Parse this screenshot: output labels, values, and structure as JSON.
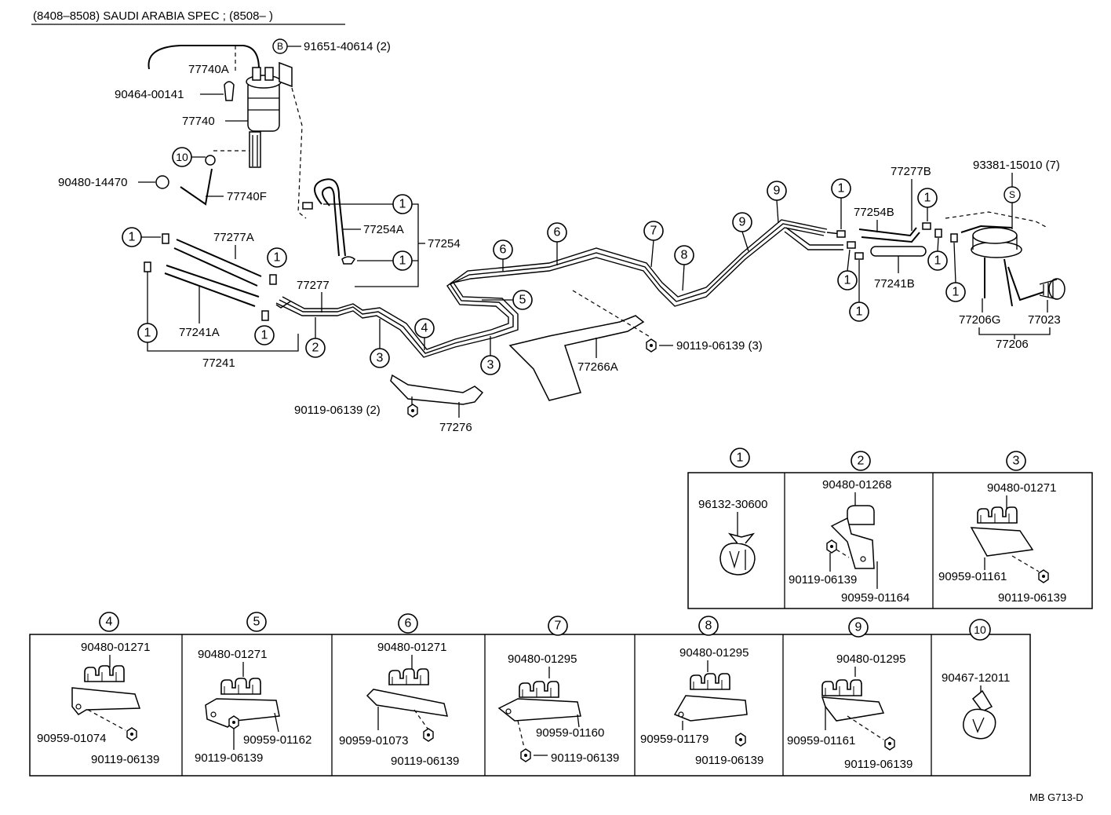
{
  "header": {
    "title": "(8408–8508) SAUDI ARABIA SPEC ; (8508–        )"
  },
  "footer": {
    "code": "MB G713-D"
  },
  "callouts": {
    "b": "B",
    "s": "S",
    "c1": "1",
    "c2": "2",
    "c3": "3",
    "c4": "4",
    "c5": "5",
    "c6": "6",
    "c7": "7",
    "c8": "8",
    "c9": "9",
    "c10": "10"
  },
  "main_labels": {
    "p77740a": "77740A",
    "p91651": "91651-40614 (2)",
    "p90464": "90464-00141",
    "p77740": "77740",
    "p90480_14470": "90480-14470",
    "p77740f": "77740F",
    "p77277a": "77277A",
    "p77241a": "77241A",
    "p77241": "77241",
    "p77254a": "77254A",
    "p77254": "77254",
    "p77277": "77277",
    "p90119_2": "90119-06139 (2)",
    "p77276": "77276",
    "p77266a": "77266A",
    "p90119_3": "90119-06139 (3)",
    "p77277b": "77277B",
    "p77254b": "77254B",
    "p77241b": "77241B",
    "p93381": "93381-15010 (7)",
    "p77206g": "77206G",
    "p77023": "77023",
    "p77206": "77206"
  },
  "details": {
    "d1": {
      "callout": "1",
      "part_a": "96132-30600"
    },
    "d2": {
      "callout": "2",
      "part_a": "90480-01268",
      "part_b": "90119-06139",
      "part_c": "90959-01164"
    },
    "d3": {
      "callout": "3",
      "part_a": "90480-01271",
      "part_b": "90959-01161",
      "part_c": "90119-06139"
    },
    "d4": {
      "callout": "4",
      "part_a": "90480-01271",
      "part_b": "90959-01074",
      "part_c": "90119-06139"
    },
    "d5": {
      "callout": "5",
      "part_a": "90480-01271",
      "part_b": "90959-01162",
      "part_c": "90119-06139"
    },
    "d6": {
      "callout": "6",
      "part_a": "90480-01271",
      "part_b": "90959-01073",
      "part_c": "90119-06139"
    },
    "d7": {
      "callout": "7",
      "part_a": "90480-01295",
      "part_b": "90959-01160",
      "part_c": "90119-06139"
    },
    "d8": {
      "callout": "8",
      "part_a": "90480-01295",
      "part_b": "90959-01179",
      "part_c": "90119-06139"
    },
    "d9": {
      "callout": "9",
      "part_a": "90480-01295",
      "part_b": "90959-01161",
      "part_c": "90119-06139"
    },
    "d10": {
      "callout": "10",
      "part_a": "90467-12011"
    }
  }
}
